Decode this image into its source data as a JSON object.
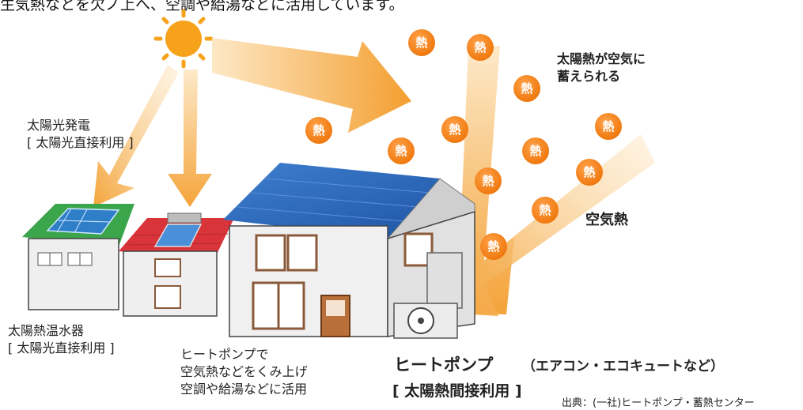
{
  "top_text": "生気熱なとを欠ノ上へ、空調や給湯などに活用しています。",
  "heat_glyph": "熱",
  "labels": {
    "solar_power_line1": "太陽光発電",
    "solar_power_line2": "[ 太陽光直接利用 ]",
    "solar_water_heater_line1": "太陽熱温水器",
    "solar_water_heater_line2": "[ 太陽光直接利用 ]",
    "heat_stored_line1": "太陽熱が空気に",
    "heat_stored_line2": "蓄えられる",
    "air_heat": "空気熱",
    "hp_desc_line1": "ヒートポンプで",
    "hp_desc_line2": "空気熱などをくみ上げ",
    "hp_desc_line3": "空調や給湯などに活用",
    "heat_pump_title": "ヒートポンプ",
    "heat_pump_examples": "（エアコン・エコキュートなど）",
    "heat_pump_sub": "[ 太陽熱間接利用 ]",
    "source": "出典：(一社)ヒートポンプ・蓄熱センター"
  },
  "colors": {
    "sun": "#f7a21b",
    "arrow": "#f5a43a",
    "heat_ball": "#f07a10",
    "roof_blue": "#2a66b8",
    "roof_red": "#d9343a",
    "roof_green": "#3aa54a"
  }
}
